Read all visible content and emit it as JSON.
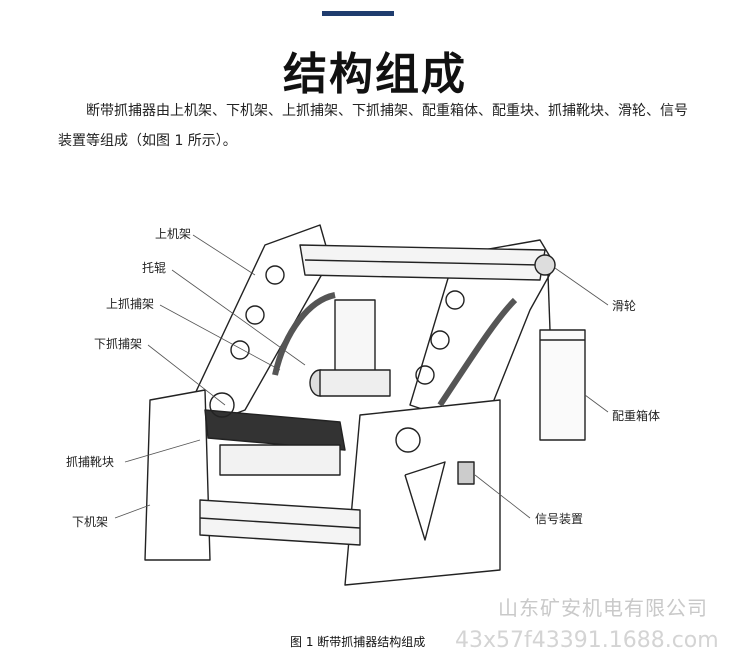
{
  "header": {
    "title": "结构组成",
    "description": "断带抓捕器由上机架、下机架、上抓捕架、下抓捕架、配重箱体、配重块、抓捕靴块、滑轮、信号装置等组成（如图 1 所示）。"
  },
  "diagram": {
    "labels": {
      "upper_frame": "上机架",
      "idler": "托辊",
      "upper_catcher": "上抓捕架",
      "lower_catcher": "下抓捕架",
      "catch_shoe": "抓捕靴块",
      "lower_frame": "下机架",
      "pulley": "滑轮",
      "counterweight_box": "配重箱体",
      "signal_device": "信号装置"
    },
    "caption": "图 1  断带抓捕器结构组成"
  },
  "watermark": {
    "company": "山东矿安机电有限公司",
    "url": "43x57f43391.1688.com"
  }
}
